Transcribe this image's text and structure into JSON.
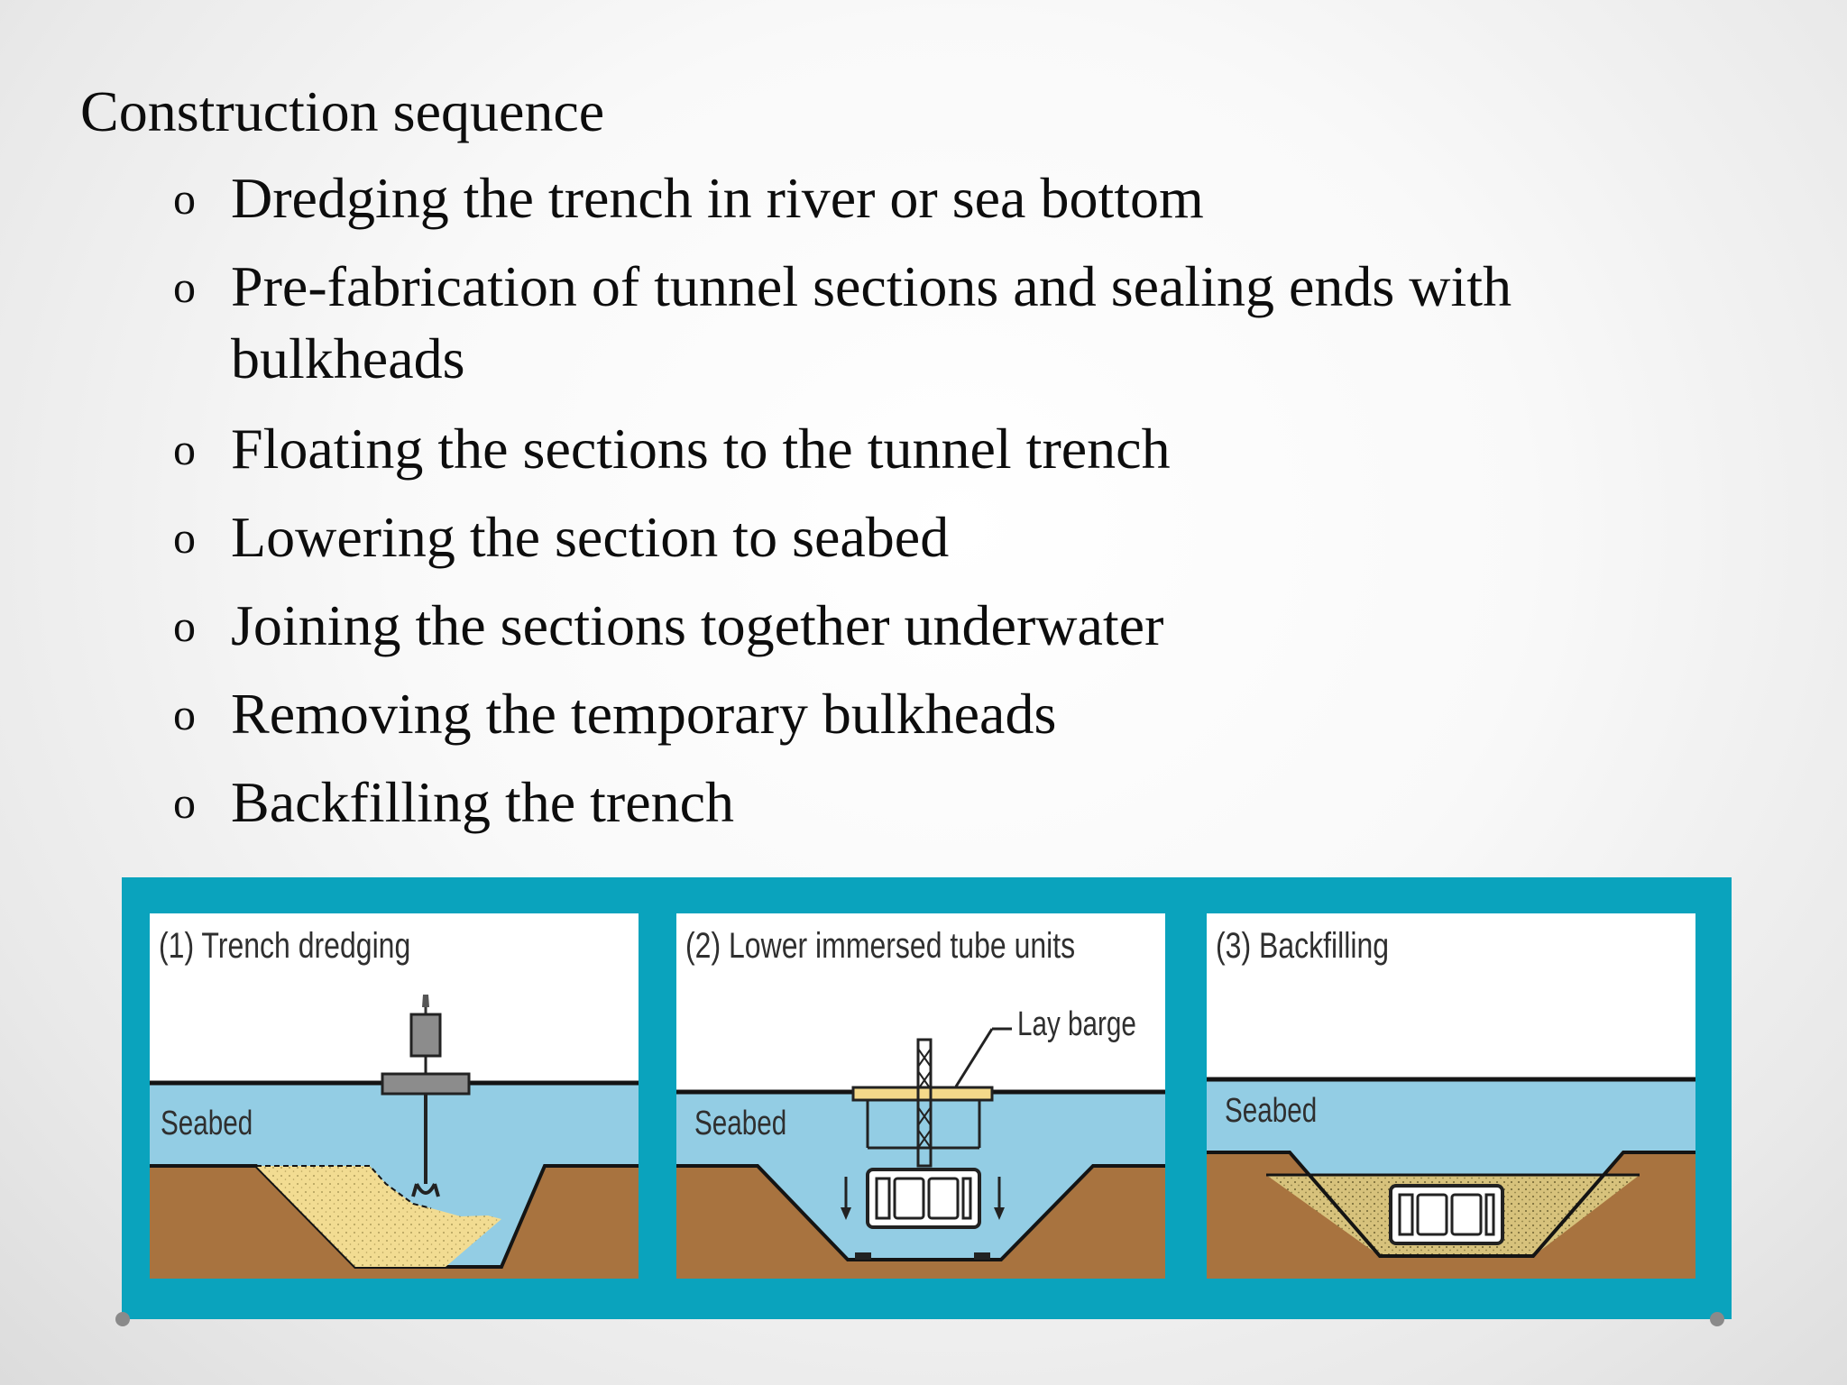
{
  "slide": {
    "title": "Construction sequence",
    "bullet_marker": "o",
    "bullets": [
      {
        "line1": "Dredging the trench in river or sea bottom",
        "line2": ""
      },
      {
        "line1": "Pre-fabrication of tunnel sections and sealing ends with",
        "line2": "bulkheads"
      },
      {
        "line1": "Floating the sections to the tunnel trench",
        "line2": ""
      },
      {
        "line1": "Lowering the section to seabed",
        "line2": ""
      },
      {
        "line1": "Joining the sections together underwater",
        "line2": ""
      },
      {
        "line1": "Removing the temporary bulkheads",
        "line2": ""
      },
      {
        "line1": "Backfilling the trench",
        "line2": ""
      }
    ]
  },
  "figure": {
    "panels": [
      {
        "caption": "(1) Trench dredging",
        "seabed_label": "Seabed"
      },
      {
        "caption": "(2) Lower immersed tube units",
        "seabed_label": "Seabed",
        "barge_label": "Lay barge"
      },
      {
        "caption": "(3) Backfilling",
        "seabed_label": "Seabed"
      }
    ]
  },
  "colors": {
    "frame": "#0aa3bd",
    "water": "#93cde4",
    "soil": "#a8733f",
    "sand": "#f2dc92",
    "backfill": "#d7c27c",
    "barge_deck": "#f4d98a",
    "dredger": "#8c8c8c",
    "panel_background": "#ffffff"
  }
}
